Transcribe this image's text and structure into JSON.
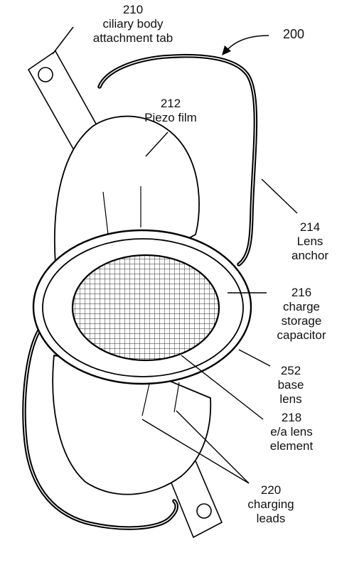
{
  "figure": {
    "number": "200",
    "labels": {
      "tab": {
        "num": "210",
        "lines": [
          "ciliary body",
          "attachment tab"
        ]
      },
      "piezo": {
        "num": "212",
        "lines": [
          "Piezo film"
        ]
      },
      "anchor": {
        "num": "214",
        "lines": [
          "Lens",
          "anchor"
        ]
      },
      "capacitor": {
        "num": "216",
        "lines": [
          "charge",
          "storage",
          "capacitor"
        ]
      },
      "base": {
        "num": "252",
        "lines": [
          "base",
          "lens"
        ]
      },
      "element": {
        "num": "218",
        "lines": [
          "e/a  lens",
          "element"
        ]
      },
      "leads": {
        "num": "220",
        "lines": [
          "charging",
          "leads"
        ]
      }
    }
  }
}
